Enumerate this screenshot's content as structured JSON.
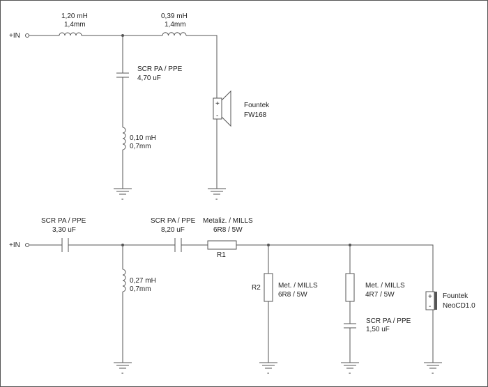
{
  "top": {
    "input_label": "+IN",
    "l1": {
      "line1": "1,20 mH",
      "line2": "1,4mm"
    },
    "l2": {
      "line1": "0,39 mH",
      "line2": "1,4mm"
    },
    "c1": {
      "line1": "SCR PA / PPE",
      "line2": "4,70 uF"
    },
    "l3": {
      "line1": "0,10 mH",
      "line2": "0,7mm"
    },
    "speaker": {
      "line1": "Fountek",
      "line2": "FW168",
      "plus": "+",
      "minus": "-"
    },
    "ground_left": "-",
    "ground_right": "-"
  },
  "bottom": {
    "input_label": "+IN",
    "c1": {
      "line1": "SCR PA / PPE",
      "line2": "3,30 uF"
    },
    "c2": {
      "line1": "SCR PA / PPE",
      "line2": "8,20 uF"
    },
    "r1": {
      "line1": "Metaliz. / MILLS",
      "line2": "6R8 / 5W",
      "ref": "R1"
    },
    "l1": {
      "line1": "0,27 mH",
      "line2": "0,7mm"
    },
    "r2": {
      "line1": "Met. / MILLS",
      "line2": "6R8 / 5W",
      "ref": "R2"
    },
    "r3": {
      "line1": "Met. / MILLS",
      "line2": "4R7 / 5W"
    },
    "c3": {
      "line1": "SCR PA / PPE",
      "line2": "1,50 uF"
    },
    "speaker": {
      "line1": "Fountek",
      "line2": "NeoCD1.0",
      "plus": "+",
      "minus": "-"
    },
    "ground_1": "-",
    "ground_2": "-",
    "ground_3": "-",
    "ground_4": "-"
  }
}
